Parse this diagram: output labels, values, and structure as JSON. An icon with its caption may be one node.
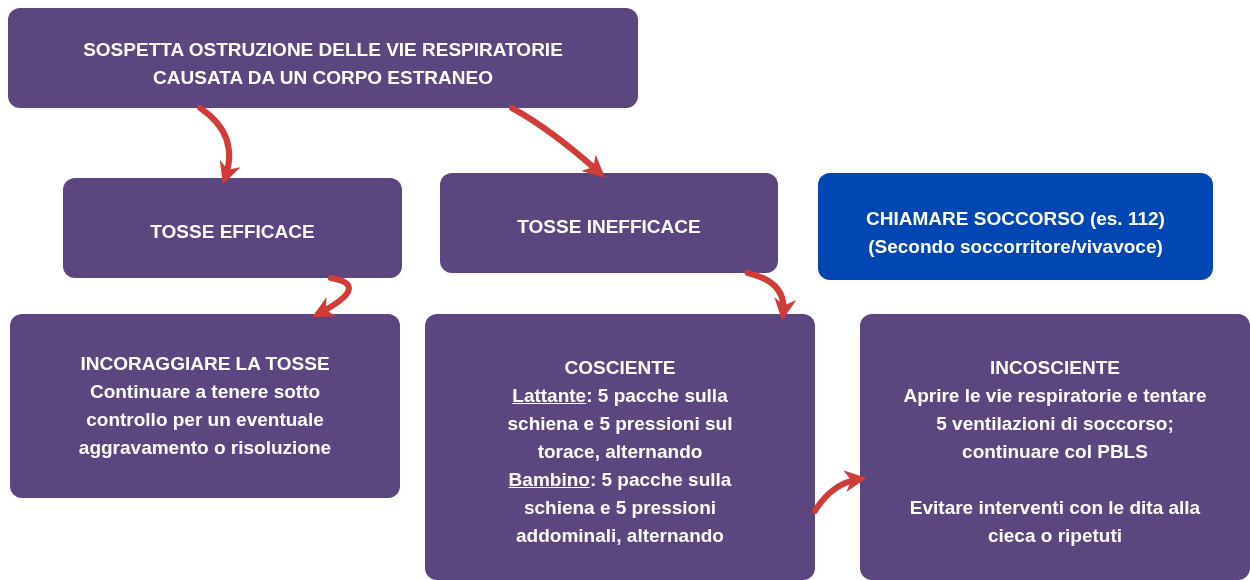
{
  "diagram": {
    "nodes": [
      {
        "text": [
          "SOSPETTA OSTRUZIONE DELLE VIE RESPIRATORIE CAUSATA DA UN CORPO ESTRANEO"
        ]
      },
      {
        "text": [
          "TOSSE EFFICACE"
        ]
      },
      {
        "text": [
          "TOSSE INEFFICACE"
        ]
      },
      {
        "text": [
          "CHIAMARE SOCCORSO (es. 112)",
          "(Secondo soccorritore/vivavoce)"
        ]
      },
      {
        "text": [
          "INCORAGGIARE LA TOSSE",
          "Continuare a tenere sotto controllo per un eventuale aggravamento o risoluzione"
        ]
      },
      {
        "text": [
          "COSCIENTE",
          "Lattante: 5 pacche sulla schiena e 5 pressioni sul torace, alternando",
          "Bambino: 5 pacche sulla schiena e 5 pressioni addominali, alternando"
        ]
      },
      {
        "text": [
          "INCOSCIENTE",
          "Aprire le vie respiratorie e tentare 5 ventilazioni di soccorso; continuare col PBLS",
          "Evitare interventi con le dita alla cieca o ripetuti"
        ]
      }
    ],
    "edges": [
      {
        "from": 0,
        "to": 1,
        "arrow": "to"
      },
      {
        "from": 0,
        "to": 2,
        "arrow": "to"
      },
      {
        "from": 1,
        "to": 4,
        "arrow": "to"
      },
      {
        "from": 2,
        "to": 5,
        "arrow": "to"
      },
      {
        "from": 5,
        "to": 6,
        "arrow": "to"
      }
    ]
  }
}
